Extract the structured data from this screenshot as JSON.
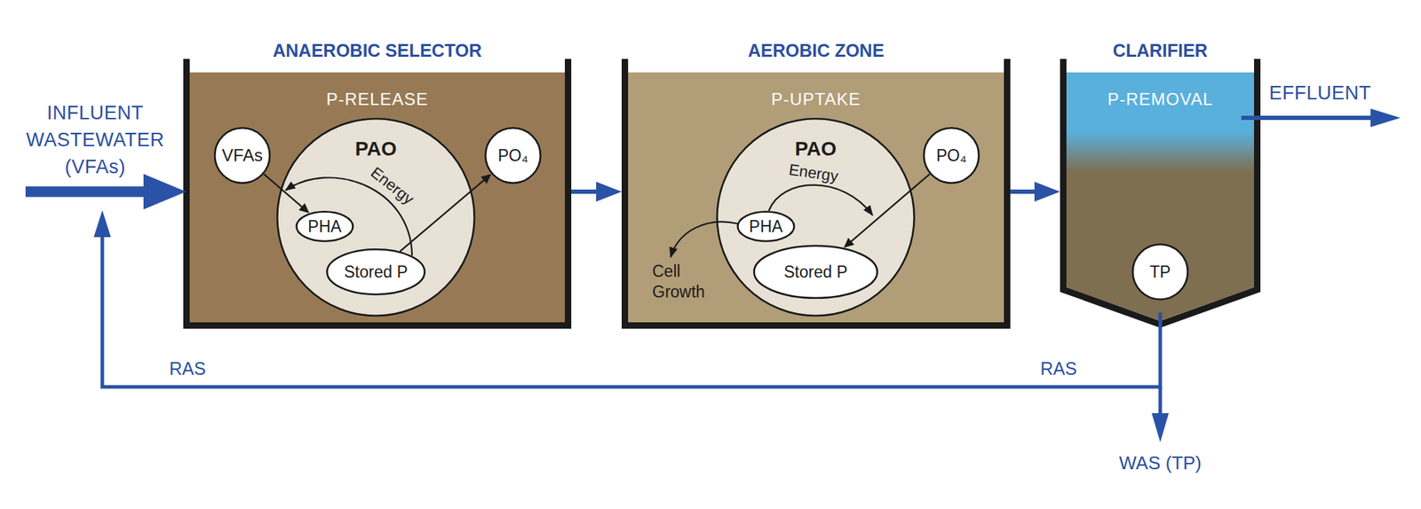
{
  "diagram": {
    "nodes": [
      {
        "text": [
          "ANAEROBIC SELECTOR",
          "P-RELEASE"
        ]
      },
      {
        "text": [
          "VFAs"
        ],
        "in": 0
      },
      {
        "text": [
          "PAO"
        ],
        "in": 0
      },
      {
        "text": [
          "PHA"
        ],
        "in": 2
      },
      {
        "text": [
          "Stored P"
        ],
        "in": 2
      },
      {
        "text": [
          "PO₄"
        ],
        "in": 0
      },
      {
        "text": [
          "AEROBIC ZONE",
          "P-UPTAKE"
        ]
      },
      {
        "text": [
          "PAO"
        ],
        "in": 6
      },
      {
        "text": [
          "PHA"
        ],
        "in": 7
      },
      {
        "text": [
          "Stored P"
        ],
        "in": 7
      },
      {
        "text": [
          "PO₄"
        ],
        "in": 6
      },
      {
        "text": [
          "CLARIFIER",
          "P-REMOVAL"
        ]
      },
      {
        "text": [
          "TP"
        ],
        "in": 11
      }
    ],
    "edges": [
      {
        "from": 1,
        "to": 3,
        "arrow": "to"
      },
      {
        "from": 4,
        "to": 5,
        "arrow": "to"
      },
      {
        "from": 10,
        "to": 9,
        "arrow": "to"
      },
      {
        "from": 0,
        "to": 6,
        "arrow": "to"
      },
      {
        "from": 6,
        "to": 11,
        "arrow": "to"
      }
    ],
    "labels": [
      "INFLUENT WASTEWATER (VFAs)",
      "Energy",
      "Energy",
      "Cell Growth",
      "EFFLUENT",
      "RAS",
      "RAS",
      "WAS (TP)"
    ]
  }
}
